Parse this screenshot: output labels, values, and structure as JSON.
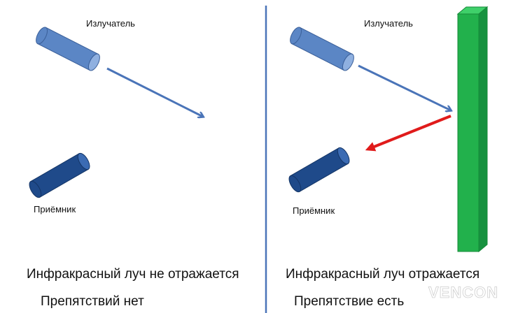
{
  "left_panel": {
    "emitter_label": "Излучатель",
    "receiver_label": "Приёмник",
    "caption_line1": "Инфракрасный луч не отражается",
    "caption_line2": "Препятствий нет"
  },
  "right_panel": {
    "emitter_label": "Излучатель",
    "receiver_label": "Приёмник",
    "caption_line1": "Инфракрасный луч отражается",
    "caption_line2": "Препятствие есть"
  },
  "watermark": {
    "text": "VENCON"
  },
  "colors": {
    "emitter": "#5b86c5",
    "receiver": "#1f4a8a",
    "beam": "#4a74b8",
    "reflected_beam": "#e01b1b",
    "obstacle": "#22b14c",
    "divider": "#4a74b8"
  }
}
